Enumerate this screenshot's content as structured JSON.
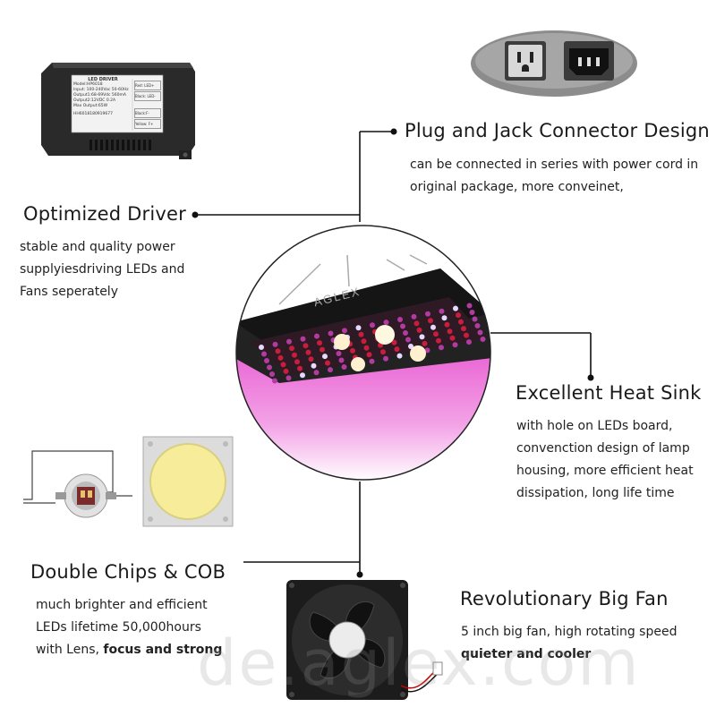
{
  "features": {
    "driver": {
      "title": "Optimized Driver",
      "lines": [
        "stable and quality power",
        "supplyiesdriving LEDs and",
        "Fans seperately"
      ]
    },
    "plug": {
      "title": "Plug and Jack Connector Design",
      "lines": [
        "can be connected in series with power cord in",
        "original package, more conveinet,"
      ]
    },
    "heatsink": {
      "title": "Excellent Heat Sink",
      "lines": [
        "with hole on LEDs board,",
        "convenction design of lamp",
        "housing, more efficient heat",
        "dissipation, long life time"
      ]
    },
    "chips": {
      "title": "Double Chips & COB",
      "lines": [
        "much brighter and efficient",
        "LEDs lifetime 50,000hours"
      ],
      "line3_prefix": "with Lens,",
      "line3_bold": "focus and strong"
    },
    "fan": {
      "title": "Revolutionary Big Fan",
      "line1": "5 inch big fan, high rotating speed",
      "line2_bold": "quieter and cooler"
    }
  },
  "driver_label": {
    "heading": "LED DRIVER",
    "rows": [
      "Model:HP6018",
      "Input: 100-240Vac 50-60Hz",
      "Output1:68-69Vdc 560mA",
      "Output2:12VDC 0.2A",
      "Max Output:65W"
    ],
    "tags": [
      "Red: LED+",
      "Black: LED-",
      "Black:F-",
      "Yellow: F+"
    ],
    "serial": "HH6018180919677"
  },
  "lamp_brand": "AGLEX",
  "watermark": "de.aglex.com",
  "colors": {
    "pink_glow": "#e040c8",
    "lamp_body": "#1f1f1f",
    "led_red": "#c81e3c",
    "cob_yellow": "#f7ec9a"
  }
}
